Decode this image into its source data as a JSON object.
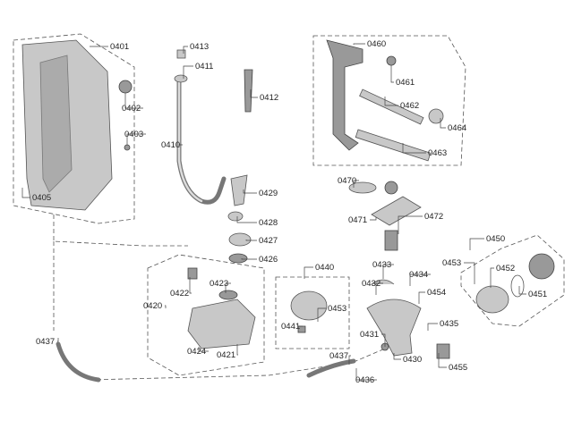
{
  "diagram": {
    "type": "exploded-parts-diagram",
    "part_labels": [
      "0401",
      "0413",
      "0411",
      "0412",
      "0402",
      "0403",
      "0405",
      "0410",
      "0429",
      "0428",
      "0427",
      "0426",
      "0460",
      "0461",
      "0462",
      "0464",
      "0463",
      "0470",
      "0471",
      "0472",
      "0450",
      "0453",
      "0452",
      "0451",
      "0433",
      "0434",
      "0432",
      "0454",
      "0435",
      "0431",
      "0430",
      "0455",
      "0437",
      "0436",
      "0440",
      "0441",
      "0453",
      "0420",
      "0422",
      "0423",
      "0424",
      "0421",
      "0437"
    ]
  }
}
